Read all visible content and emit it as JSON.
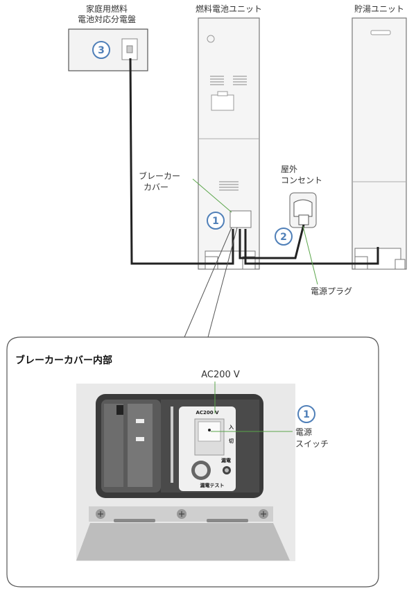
{
  "labels": {
    "distribution_board_line1": "家庭用燃料",
    "distribution_board_line2": "電池対応分電盤",
    "fuel_cell_unit": "燃料電池ユニット",
    "hot_water_unit": "貯湯ユニット",
    "breaker_cover_line1": "ブレーカー",
    "breaker_cover_line2": "カバー",
    "outdoor_outlet_line1": "屋外",
    "outdoor_outlet_line2": "コンセント",
    "power_plug": "電源プラグ",
    "inset_title": "ブレーカーカバー内部",
    "ac200v_callout": "AC200 V",
    "power_switch_line1": "電源",
    "power_switch_line2": "スイッチ"
  },
  "markers": {
    "breaker": "1",
    "outlet": "2",
    "board": "3",
    "inset_switch": "1"
  },
  "panel_text": {
    "ac200v": "AC200 V",
    "on": "入",
    "off": "切",
    "leak": "漏電",
    "leak_test": "漏電テスト"
  },
  "colors": {
    "marker_outline": "#4f7fb8",
    "leader_line": "#5aa54a",
    "cable": "#222222"
  }
}
